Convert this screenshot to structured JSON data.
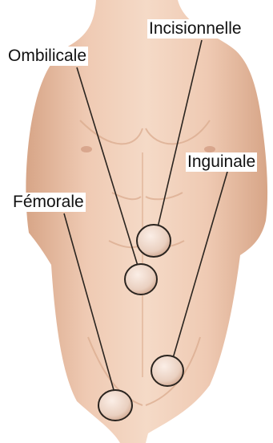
{
  "labels": {
    "incisionnelle": "Incisionnelle",
    "ombilicale": "Ombilicale",
    "inguinale": "Inguinale",
    "femorale": "Fémorale"
  },
  "colors": {
    "skin_light": "#f3d3bd",
    "skin_mid": "#e8bba0",
    "skin_shadow": "#d7a587",
    "pointer_line": "#2a241f",
    "hernia_fill": "#f0dcd0"
  }
}
